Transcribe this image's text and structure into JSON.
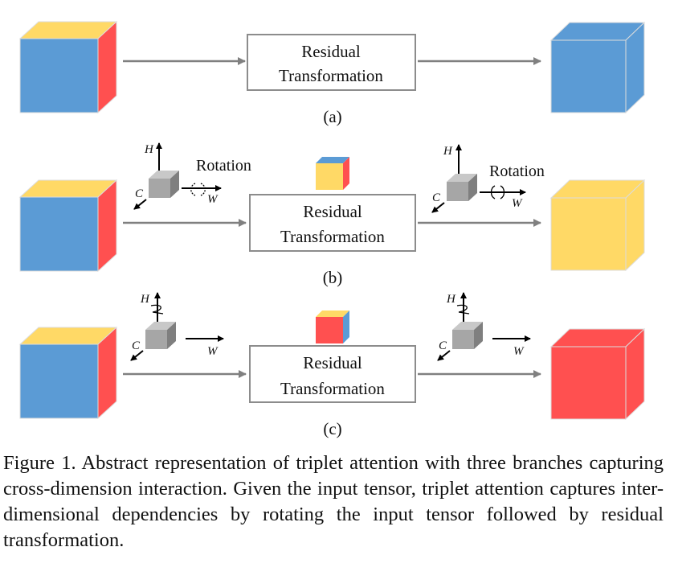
{
  "panels": [
    {
      "box_line1": "Residual",
      "box_line2": "Transformation",
      "label": "(a)"
    },
    {
      "box_line1": "Residual",
      "box_line2": "Transformation",
      "label": "(b)"
    },
    {
      "box_line1": "Residual",
      "box_line2": "Transformation",
      "label": "(c)"
    }
  ],
  "axes": {
    "h": "H",
    "c": "C",
    "w": "W"
  },
  "rotation_label": "Rotation",
  "caption": "Figure 1. Abstract representation of triplet attention with three branches capturing cross-dimension interaction.  Given the input tensor, triplet attention captures inter-dimensional dependencies by rotating the input tensor followed by residual transformation.",
  "colors": {
    "blue": "#5b9bd5",
    "yellow": "#ffd966",
    "red": "#ff5050",
    "gray": "#a6a6a6",
    "arrow": "#808080"
  }
}
